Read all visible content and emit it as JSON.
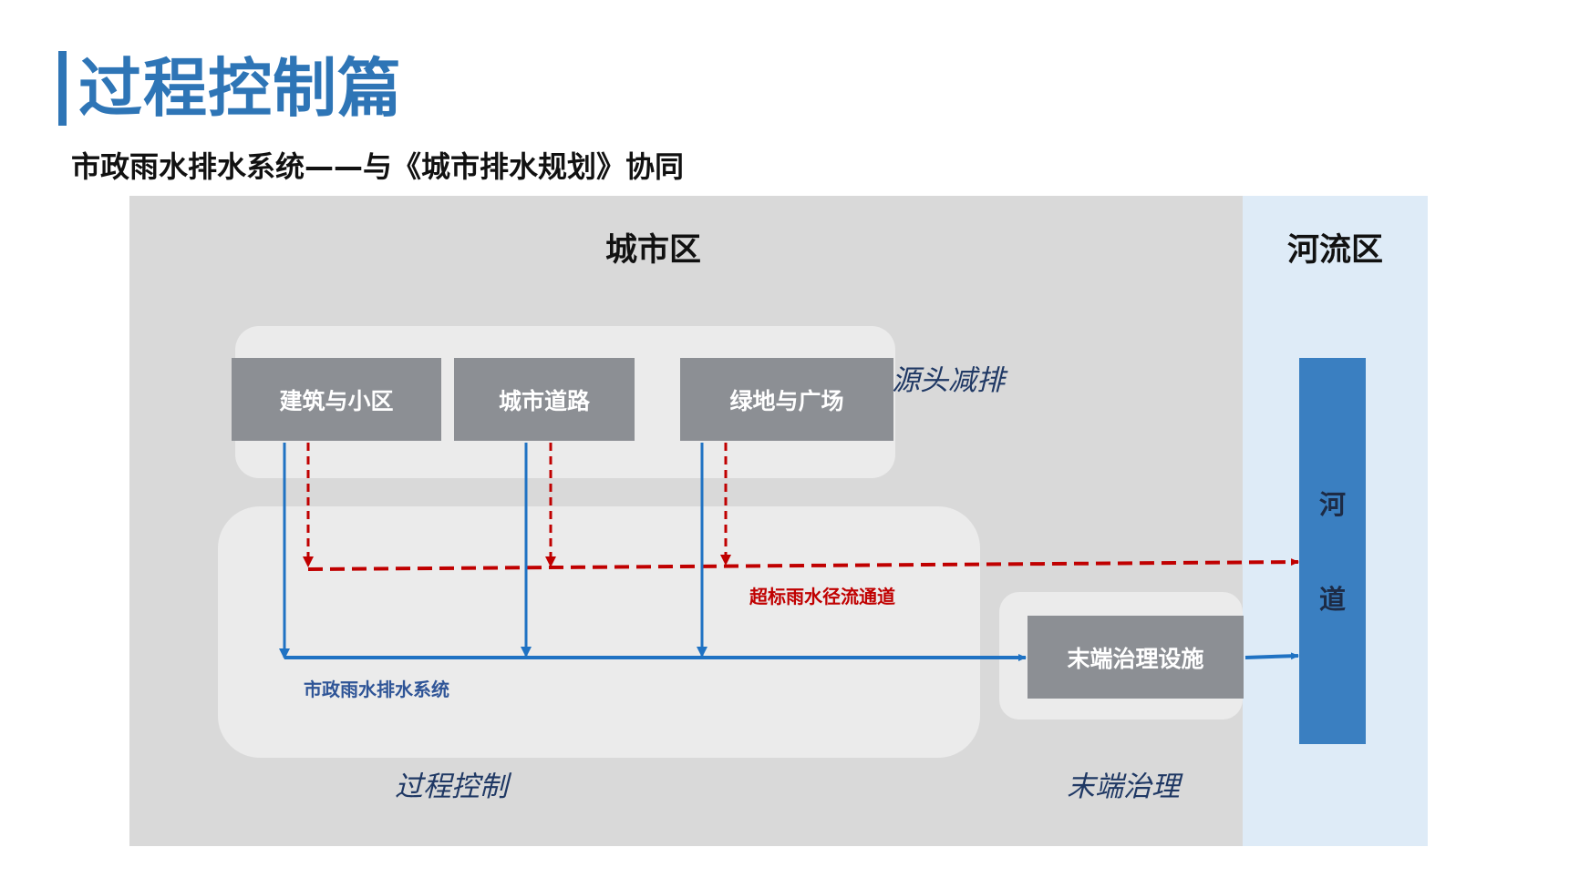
{
  "header": {
    "title": "过程控制篇",
    "subtitle": "市政雨水排水系统——与《城市排水规划》协同"
  },
  "zones": {
    "city": "城市区",
    "river": "河流区"
  },
  "sources": [
    {
      "label": "建筑与小区"
    },
    {
      "label": "城市道路"
    },
    {
      "label": "绿地与广场"
    }
  ],
  "terminal_facility": "末端治理设施",
  "river_channel": {
    "chars": [
      "河",
      "道"
    ]
  },
  "stage_labels": {
    "source": "源头减排",
    "process": "过程控制",
    "terminal": "末端治理"
  },
  "flows": {
    "overflow": {
      "label": "超标雨水径流通道",
      "color": "#c00000"
    },
    "municipal": {
      "label": "市政雨水排水系统",
      "color": "#1f72c3"
    }
  },
  "colors": {
    "accent": "#2e75b6",
    "city_zone": "#d9d9d9",
    "river_zone": "#deebf7",
    "box": "#8c8f94",
    "river_bar": "#3a7fc1"
  }
}
